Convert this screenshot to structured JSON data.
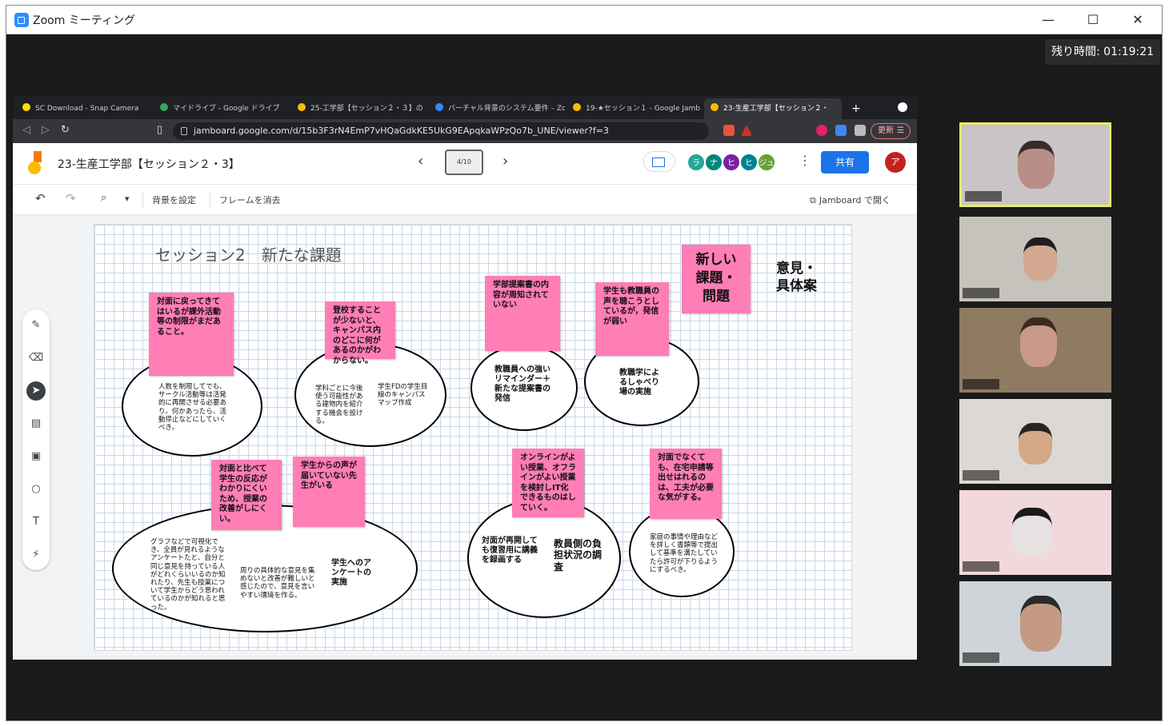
{
  "zoom": {
    "title": "Zoom ミーティング",
    "timer": "残り時間: 01:19:21"
  },
  "browser": {
    "tabs": [
      {
        "label": "SC Download - Snap Camera",
        "color": "#ffde00"
      },
      {
        "label": "マイドライブ - Google ドライブ",
        "color": "#34a853"
      },
      {
        "label": "25-工学部【セッション２・３】の",
        "color": "#fbbc04"
      },
      {
        "label": "バーチャル背景のシステム要件 – Zo",
        "color": "#2d8cff"
      },
      {
        "label": "19-★セッション１ - Google Jamb",
        "color": "#fbbc04"
      },
      {
        "label": "23-生産工学部【セッション２・",
        "color": "#fbbc04"
      }
    ],
    "new_tab": "+",
    "url": "jamboard.google.com/d/15b3F3rN4EmP7vHQaGdkKE5UkG9EApqkaWPzQo7b_UNE/viewer?f=3",
    "update_label": "更新"
  },
  "jamboard": {
    "title": "23-生産工学部【セッション２・3】",
    "page_indicator": "4/10",
    "avatars": [
      {
        "initial": "ラ",
        "color": "#26a69a"
      },
      {
        "initial": "ナ",
        "color": "#00897b"
      },
      {
        "initial": "ヒ",
        "color": "#7b1fa2"
      },
      {
        "initial": "ヒ",
        "color": "#00838f"
      },
      {
        "initial": "ジュ",
        "color": "#689f38"
      }
    ],
    "share_label": "共有",
    "me_initial": "ア",
    "toolbar": {
      "bg": "背景を設定",
      "clear": "フレームを消去",
      "open": "Jamboard で開く"
    }
  },
  "frame": {
    "title": "セッション2　新たな課題",
    "big_note": "新しい\n課題・\n問題",
    "side_label": "意見・\n具体案",
    "notes": [
      "対面に戻ってきてはいるが課外活動等の制限がまだあること。",
      "登校することが少ないと、キャンパス内のどこに何があるのかがわからない。",
      "学部提案書の内容が周知されていない",
      "学生も教職員の声を聴こうとしているが，発信が弱い",
      "対面と比べて学生の反応がわかりにくいため、授業の改善がしにくい。",
      "学生からの声が届いていない先生がいる",
      "オンラインがよい授業、オフラインがよい授業を検討しIT化できるものはしていく。",
      "対面でなくても、在宅申請等出せはれるのは、工夫が必要な気がする。"
    ],
    "ellipse_texts": [
      "人数を制限してでも、サークル活動等は活発的に再開させる必要あり。何かあったら、活動停止などにしていくべき。",
      "学科ごとに今後使う可能性がある建物内を紹介する機会を設ける。",
      "学生FDの学生目線のキャンパスマップ作成",
      "教職員への強いリマインダー＋新たな提案書の発信",
      "教職学によるしゃべり場の実施",
      "グラフなどで可視化でき、全員が見れるようなアンケートたと、自分と同じ意見を持っている人がどれくらいいるのか知れたり、先生も授業について学生からどう思われているのかが知れると思った。",
      "周りの具体的な意見を集めないと改善が難しいと感じたので、意見を言いやすい環境を作る。",
      "学生へのアンケートの実施",
      "対面が再開しても復習用に講義を録画する",
      "教員側の負担状況の調査",
      "家庭の事情や理由などを詳しく書類等で提出して基準を満たしていたら許可が下りるようにするべき。"
    ]
  },
  "participants": [
    {
      "name": "      ",
      "bg": "#c9c4c6",
      "face": "#b88f86",
      "hair": "#3a2c2a",
      "speaking": true
    },
    {
      "name": "      ",
      "bg": "#c6c2bc",
      "face": "#d2a890",
      "hair": "#1e1e1e",
      "speaking": false
    },
    {
      "name": "      ",
      "bg": "#8f7a62",
      "face": "#c99a8c",
      "hair": "#3a2a22",
      "speaking": false
    },
    {
      "name": "      ",
      "bg": "#dcd9d4",
      "face": "#d4a889",
      "hair": "#2a2420",
      "speaking": false
    },
    {
      "name": "      ",
      "bg": "#f1d8dc",
      "face": "#e6e2e2",
      "hair": "#1a1a1a",
      "speaking": false
    },
    {
      "name": "      ",
      "bg": "#cfd4d8",
      "face": "#c49a84",
      "hair": "#2a2a2a",
      "speaking": false
    }
  ]
}
